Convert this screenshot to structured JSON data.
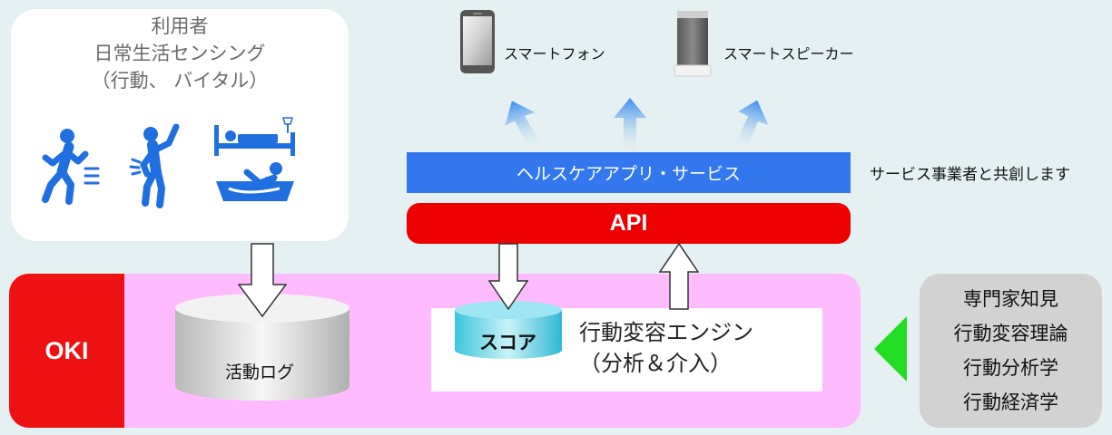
{
  "user_box": {
    "lines": [
      "利用者",
      "日常生活センシング",
      "（行動、 バイタル）"
    ]
  },
  "icons": [
    "running-person-icon",
    "back-pain-person-icon",
    "bed-sleeping-icon",
    "bathtub-bathing-icon",
    "smartphone-icon",
    "smart-speaker-icon"
  ],
  "devices": {
    "smartphone_label": "スマートフォン",
    "speaker_label": "スマートスピーカー"
  },
  "health_bar": {
    "label": "ヘルスケアアプリ・サービス"
  },
  "api_bar": {
    "label": "API"
  },
  "cocreate_text": "サービス事業者と共創します",
  "oki_band": {
    "org_label": "OKI",
    "activity_log_label": "活動ログ",
    "score_label": "スコア",
    "engine_lines": [
      "行動変容エンジン",
      "（分析＆介入）"
    ]
  },
  "expert_box": {
    "items": [
      "専門家知見",
      "行動変容理論",
      "行動分析学",
      "行動経済学"
    ]
  },
  "colors": {
    "background": "#e4f0f1",
    "icon_blue": "#1f6fe0",
    "health_bar": "#3377ee",
    "api_red": "#ee0000",
    "oki_red": "#ee1111",
    "band_pink": "#ffbbff",
    "score_cyan": "#33c9e0",
    "expert_grey": "#d2d2d2",
    "arrow_green": "#22dd22"
  }
}
